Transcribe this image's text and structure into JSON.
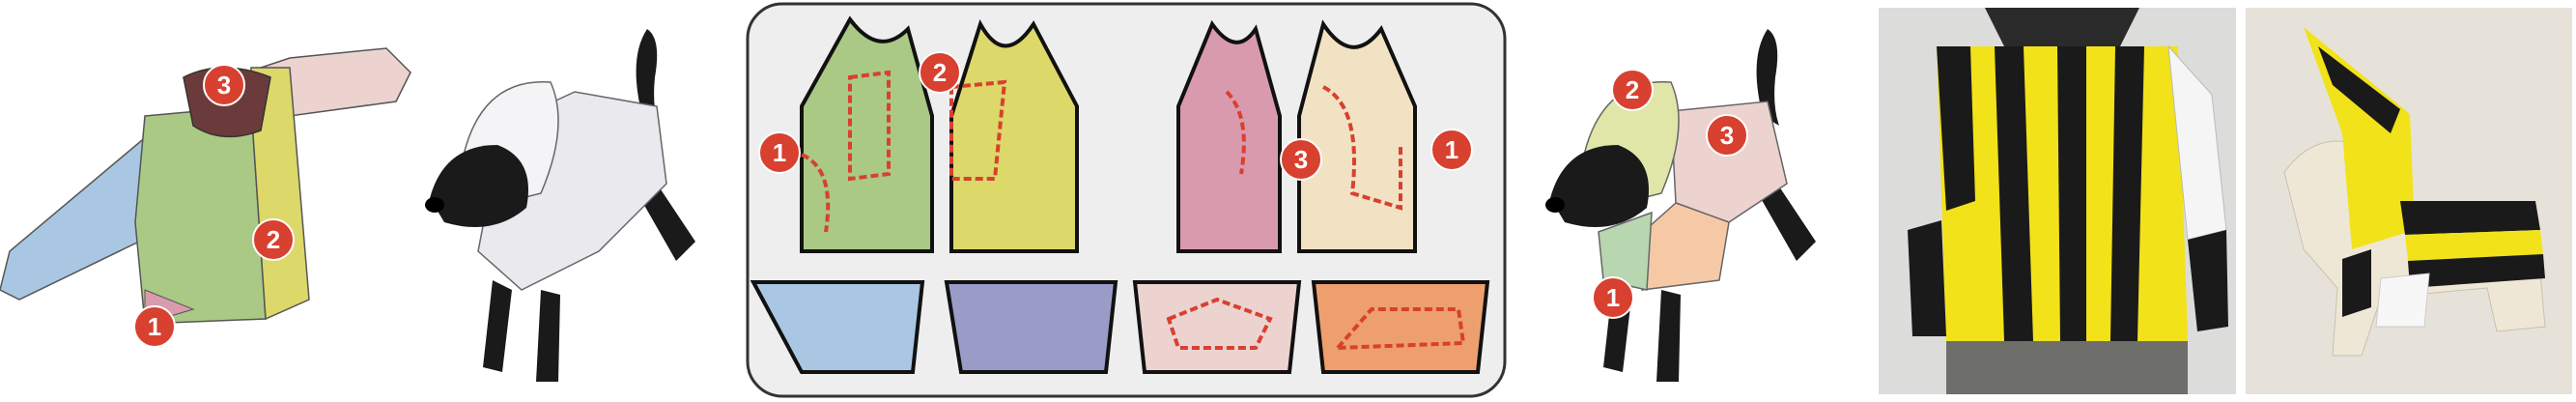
{
  "colors": {
    "badge": "#d8402f",
    "outline": "#111111",
    "seam": "#d8402f",
    "green": "#a9c985",
    "yellow": "#dcd86a",
    "pink": "#d99aae",
    "cream": "#f2e2c4",
    "blue": "#a9c7e2",
    "purple": "#9a9cc8",
    "lightpink": "#ecd3d0",
    "orange": "#ee9f6e",
    "panel_bg": "#eeeeee",
    "stripe_yellow": "#f2e21a",
    "stripe_black": "#1a1a1a"
  },
  "badges": {
    "shirt": [
      "3",
      "2",
      "1"
    ],
    "patterns": [
      "2",
      "1",
      "3",
      "1"
    ],
    "dog": [
      "2",
      "3",
      "1"
    ]
  }
}
